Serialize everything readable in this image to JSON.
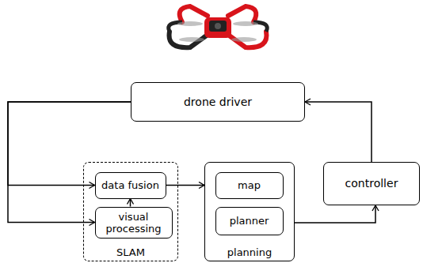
{
  "diagram": {
    "nodes": [
      {
        "text": [
          "drone driver"
        ]
      },
      {
        "text": [
          "SLAM"
        ]
      },
      {
        "text": [
          "data fusion"
        ],
        "in": 1
      },
      {
        "text": [
          "visual processing"
        ],
        "in": 1
      },
      {
        "text": [
          "planning"
        ]
      },
      {
        "text": [
          "map"
        ],
        "in": 4
      },
      {
        "text": [
          "planner"
        ],
        "in": 4
      },
      {
        "text": [
          "controller"
        ]
      }
    ],
    "edges": [
      {
        "from": 0,
        "to": 2,
        "arrow": "to"
      },
      {
        "from": 0,
        "to": 3,
        "arrow": "to"
      },
      {
        "from": 3,
        "to": 2,
        "arrow": "to"
      },
      {
        "from": 2,
        "to": 4,
        "arrow": "to"
      },
      {
        "from": 4,
        "to": 7,
        "arrow": "to"
      },
      {
        "from": 7,
        "to": 0,
        "arrow": "to"
      }
    ]
  }
}
